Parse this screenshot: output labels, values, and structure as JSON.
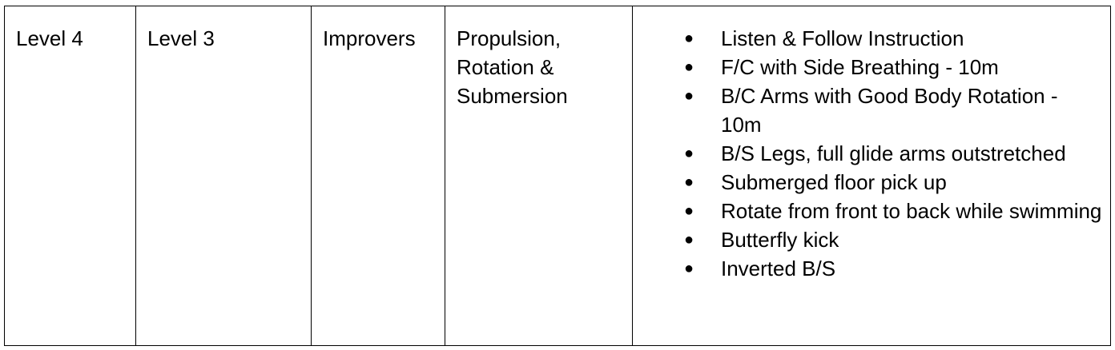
{
  "table": {
    "row": {
      "level_current": "Level 4",
      "level_previous": "Level 3",
      "group": "Improvers",
      "focus": "Propulsion, Rotation & Submersion",
      "skills": [
        "Listen & Follow Instruction",
        "F/C with Side Breathing - 10m",
        "B/C Arms with Good Body Rotation - 10m",
        "B/S Legs, full glide arms outstretched",
        "Submerged floor pick up",
        "Rotate from front to back while swimming",
        "Butterfly kick",
        "Inverted B/S"
      ],
      "bullet_glyph": "●"
    }
  }
}
